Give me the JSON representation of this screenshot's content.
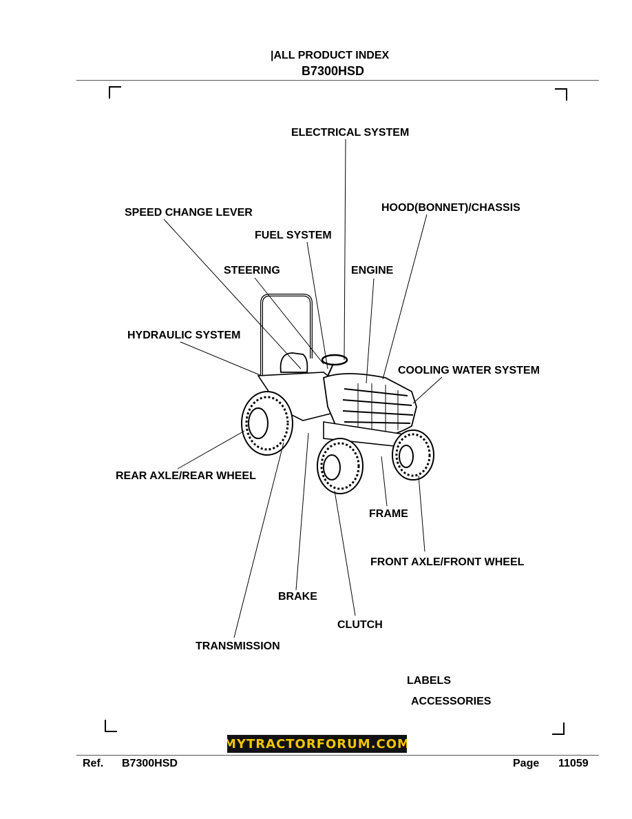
{
  "header": {
    "index_label": "|ALL PRODUCT INDEX",
    "model": "B7300HSD"
  },
  "labels": {
    "electrical": "ELECTRICAL SYSTEM",
    "speed_change": "SPEED CHANGE LEVER",
    "hood": "HOOD(BONNET)/CHASSIS",
    "fuel": "FUEL SYSTEM",
    "steering": "STEERING",
    "engine": "ENGINE",
    "hydraulic": "HYDRAULIC SYSTEM",
    "cooling": "COOLING WATER SYSTEM",
    "rear_axle": "REAR AXLE/REAR WHEEL",
    "frame": "FRAME",
    "front_axle": "FRONT AXLE/FRONT WHEEL",
    "brake": "BRAKE",
    "clutch": "CLUTCH",
    "transmission": "TRANSMISSION",
    "labels": "LABELS",
    "accessories": "ACCESSORIES"
  },
  "logo_text": "MYTRACTORFORUM.COM",
  "footer": {
    "ref_label": "Ref.",
    "ref_model": "B7300HSD",
    "page_label": "Page",
    "page_number": "11059"
  }
}
